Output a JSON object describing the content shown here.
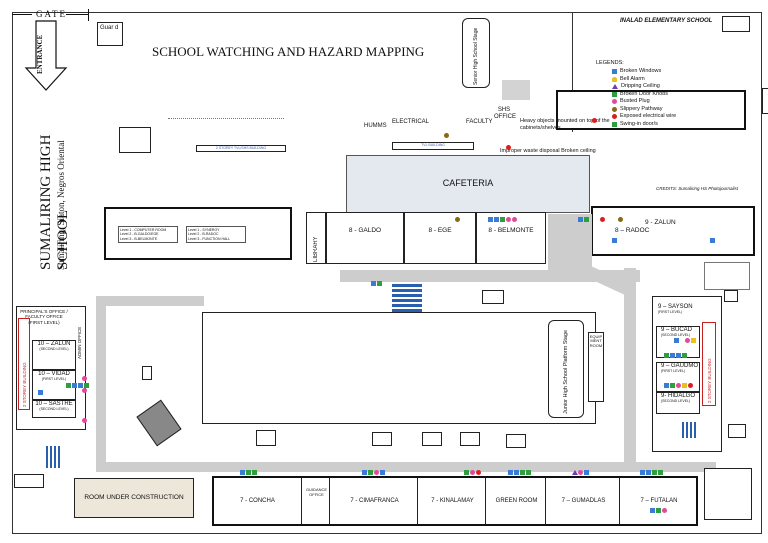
{
  "map": {
    "title": "SCHOOL WATCHING AND HAZARD MAPPING",
    "school_name": "SUMALIRING HIGH SCHOOL",
    "school_location": "Sumaliring, Siaton, Negros Oriental",
    "gate_label": "GATE",
    "entrance_label": "ENTRANCE",
    "guard_label": "Guar d",
    "neighbor_school": "INALAD ELEMENTARY SCHOOL",
    "credits": "CREDITS: Sumaliring HS Photojournalist"
  },
  "legend": {
    "title": "LEGENDS:",
    "items": [
      {
        "label": "Broken Windows",
        "color": "#3a7bd5",
        "shape": "square"
      },
      {
        "label": "Bell Alarm",
        "color": "#e8c020",
        "shape": "bell"
      },
      {
        "label": "Dripping Ceiling",
        "color": "#6b3fb0",
        "shape": "triangle"
      },
      {
        "label": "Broken Door Knobs",
        "color": "#2e9e3e",
        "shape": "square"
      },
      {
        "label": "Busted Plug",
        "color": "#e04a9a",
        "shape": "circle"
      },
      {
        "label": "Slippery Pathway",
        "color": "#8b6914",
        "shape": "circle"
      },
      {
        "label": "Exposed electrical wire",
        "color": "#d82020",
        "shape": "circle"
      },
      {
        "label": "Swing-in door/s",
        "color": "#2e9e3e",
        "shape": "square"
      }
    ]
  },
  "annotations": {
    "heavy_objects": "Heavy objects mounted on top of the cabinets/shelves",
    "waste_disposal": "Improper waste disposal Broken ceiling"
  },
  "buildings": {
    "senior_stage": "Senior High School Stage",
    "humms": "HUMMS",
    "electrical": "ELECTRICAL",
    "faculty": "FACULTY",
    "shs_office": "SHS OFFICE",
    "tvl_building": "TVL BUILDING",
    "cafeteria": "CAFETERIA",
    "library": "LIBRARY",
    "galdo": "8 - GALDO",
    "ege": "8 - EGE",
    "belmonte": "8 - BELMONTE",
    "zalun9": "9 - ZALUN",
    "radoc": "8 – RADOC",
    "junior_stage": "Junior High School Platform Stage",
    "equipment_room": "EQUIPMENT ROOM",
    "principal": "PRINCIPAL'S OFFICE / FACULTY OFFICE (FIRST LEVEL)",
    "admin_office": "ADMIN OFFICE",
    "two_storey": "2 STOREY BUILDING",
    "two_storey_right": "2 STOREY BUILDING",
    "zalun10": "10 – ZALUN",
    "zalun10_level": "(SECOND LEVEL)",
    "vidad": "10 – VIDAD",
    "vidad_level": "(FIRST LEVEL)",
    "sastre": "10 – SASTRE",
    "sastre_level": "(SECOND LEVEL)",
    "sayson": "9 – SAYSON",
    "sayson_level": "(FIRST LEVEL)",
    "bucad": "9 – BUCAD",
    "bucad_level": "(SECOND LEVEL)",
    "gaudmo": "9 – GAUDMO",
    "gaudmo_level": "(FIRST LEVEL)",
    "hidalgo": "9- HIDALGO",
    "hidalgo_level": "(SECOND LEVEL)",
    "construction": "ROOM UNDER CONSTRUCTION",
    "concha": "7 - CONCHA",
    "guidance": "GUIDANCE OFFICE",
    "cimafranca": "7 - CIMAFRANCA",
    "kinalamay": "7 - KINALAMAY",
    "green_room": "GREEN ROOM",
    "gumadlas": "7 – GUMADLAS",
    "futalan": "7 – FUTALAN",
    "two_storey_tvl": "2 STOREY TVL/SHS BUILDING",
    "rooms_left": [
      "Level 1 - COMPUTER ROOM",
      "Level 2 - B-GALDO/EGE",
      "Level 3 - B-BELMONTE"
    ],
    "rooms_right": [
      "Level 1 - SYNERGY",
      "Level 2 - B-RADOC",
      "Level 3 - FUNCTION HALL"
    ]
  }
}
